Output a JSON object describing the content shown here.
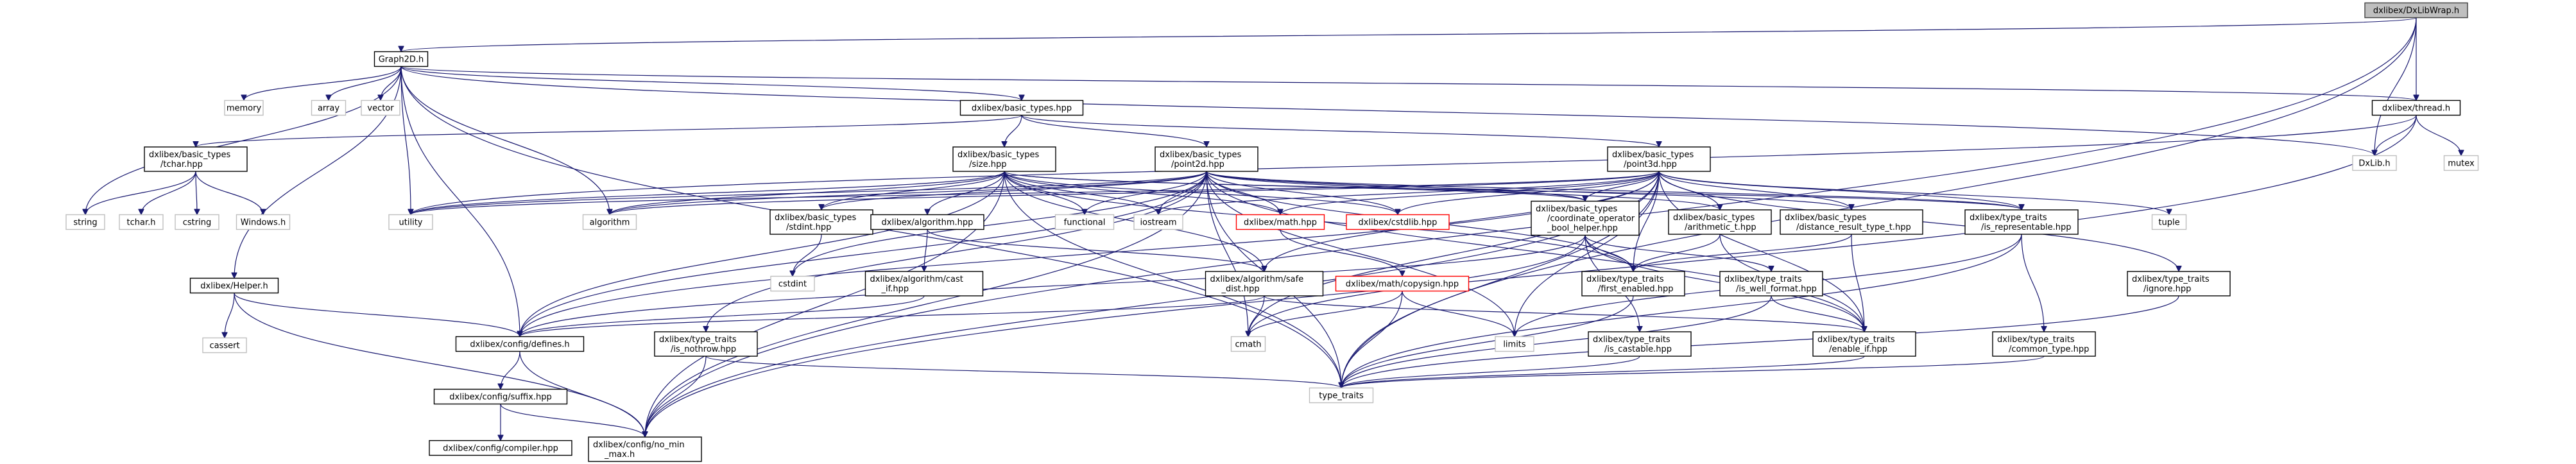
{
  "colors": {
    "edge": "#191970",
    "root_fill": "#bfbfbf",
    "root_stroke": "#404040",
    "doc_stroke": "#000000",
    "missing_stroke": "#bfbfbf",
    "broken_stroke": "#ff0000",
    "text": "#000000",
    "background": "#ffffff"
  },
  "nodes": [
    {
      "id": "root",
      "lines": [
        "dxlibex/DxLibWrap.h"
      ],
      "kind": "root"
    },
    {
      "id": "graph2d",
      "lines": [
        "Graph2D.h"
      ],
      "kind": "doc"
    },
    {
      "id": "thread",
      "lines": [
        "dxlibex/thread.h"
      ],
      "kind": "doc"
    },
    {
      "id": "basic_types",
      "lines": [
        "dxlibex/basic_types.hpp"
      ],
      "kind": "doc"
    },
    {
      "id": "memory",
      "lines": [
        "memory"
      ],
      "kind": "missing"
    },
    {
      "id": "array",
      "lines": [
        "array"
      ],
      "kind": "missing"
    },
    {
      "id": "vector",
      "lines": [
        "vector"
      ],
      "kind": "missing"
    },
    {
      "id": "tchar",
      "lines": [
        "dxlibex/basic_types",
        "/tchar.hpp"
      ],
      "kind": "doc"
    },
    {
      "id": "string",
      "lines": [
        "string"
      ],
      "kind": "missing"
    },
    {
      "id": "tchar_h",
      "lines": [
        "tchar.h"
      ],
      "kind": "missing"
    },
    {
      "id": "cstring",
      "lines": [
        "cstring"
      ],
      "kind": "missing"
    },
    {
      "id": "windows",
      "lines": [
        "Windows.h"
      ],
      "kind": "missing"
    },
    {
      "id": "size",
      "lines": [
        "dxlibex/basic_types",
        "/size.hpp"
      ],
      "kind": "doc"
    },
    {
      "id": "point2d",
      "lines": [
        "dxlibex/basic_types",
        "/point2d.hpp"
      ],
      "kind": "doc"
    },
    {
      "id": "point3d",
      "lines": [
        "dxlibex/basic_types",
        "/point3d.hpp"
      ],
      "kind": "doc"
    },
    {
      "id": "dxlib_h",
      "lines": [
        "DxLib.h"
      ],
      "kind": "missing"
    },
    {
      "id": "mutex",
      "lines": [
        "mutex"
      ],
      "kind": "missing"
    },
    {
      "id": "utility",
      "lines": [
        "utility"
      ],
      "kind": "missing"
    },
    {
      "id": "algorithm",
      "lines": [
        "algorithm"
      ],
      "kind": "missing"
    },
    {
      "id": "stdint",
      "lines": [
        "dxlibex/basic_types",
        "/stdint.hpp"
      ],
      "kind": "doc"
    },
    {
      "id": "algorithm_hpp",
      "lines": [
        "dxlibex/algorithm.hpp"
      ],
      "kind": "doc"
    },
    {
      "id": "functional",
      "lines": [
        "functional"
      ],
      "kind": "missing"
    },
    {
      "id": "iostream",
      "lines": [
        "iostream"
      ],
      "kind": "missing"
    },
    {
      "id": "math",
      "lines": [
        "dxlibex/math.hpp"
      ],
      "kind": "broken"
    },
    {
      "id": "cstdlib",
      "lines": [
        "dxlibex/cstdlib.hpp"
      ],
      "kind": "broken"
    },
    {
      "id": "coord_op",
      "lines": [
        "dxlibex/basic_types",
        "/coordinate_operator",
        "_bool_helper.hpp"
      ],
      "kind": "doc"
    },
    {
      "id": "arith",
      "lines": [
        "dxlibex/basic_types",
        "/arithmetic_t.hpp"
      ],
      "kind": "doc"
    },
    {
      "id": "dist_result",
      "lines": [
        "dxlibex/basic_types",
        "/distance_result_type_t.hpp"
      ],
      "kind": "doc"
    },
    {
      "id": "is_repr",
      "lines": [
        "dxlibex/type_traits",
        "/is_representable.hpp"
      ],
      "kind": "doc"
    },
    {
      "id": "tuple",
      "lines": [
        "tuple"
      ],
      "kind": "missing"
    },
    {
      "id": "helper",
      "lines": [
        "dxlibex/Helper.h"
      ],
      "kind": "doc"
    },
    {
      "id": "cassert",
      "lines": [
        "cassert"
      ],
      "kind": "missing"
    },
    {
      "id": "cstdint",
      "lines": [
        "cstdint"
      ],
      "kind": "missing"
    },
    {
      "id": "alg_cast",
      "lines": [
        "dxlibex/algorithm/cast",
        "_if.hpp"
      ],
      "kind": "doc"
    },
    {
      "id": "alg_safe",
      "lines": [
        "dxlibex/algorithm/safe",
        "_dist.hpp"
      ],
      "kind": "doc"
    },
    {
      "id": "copysign",
      "lines": [
        "dxlibex/math/copysign.hpp"
      ],
      "kind": "broken"
    },
    {
      "id": "first_enabled",
      "lines": [
        "dxlibex/type_traits",
        "/first_enabled.hpp"
      ],
      "kind": "doc"
    },
    {
      "id": "is_well_format",
      "lines": [
        "dxlibex/type_traits",
        "/is_well_format.hpp"
      ],
      "kind": "doc"
    },
    {
      "id": "ignore",
      "lines": [
        "dxlibex/type_traits",
        "/ignore.hpp"
      ],
      "kind": "doc"
    },
    {
      "id": "defines",
      "lines": [
        "dxlibex/config/defines.h"
      ],
      "kind": "doc"
    },
    {
      "id": "is_nothrow",
      "lines": [
        "dxlibex/type_traits",
        "/is_nothrow.hpp"
      ],
      "kind": "doc"
    },
    {
      "id": "cmath",
      "lines": [
        "cmath"
      ],
      "kind": "missing"
    },
    {
      "id": "limits",
      "lines": [
        "limits"
      ],
      "kind": "missing"
    },
    {
      "id": "enable_if",
      "lines": [
        "dxlibex/type_traits",
        "/enable_if.hpp"
      ],
      "kind": "doc"
    },
    {
      "id": "common_type",
      "lines": [
        "dxlibex/type_traits",
        "/common_type.hpp"
      ],
      "kind": "doc"
    },
    {
      "id": "is_castable",
      "lines": [
        "dxlibex/type_traits",
        "/is_castable.hpp"
      ],
      "kind": "doc"
    },
    {
      "id": "suffix",
      "lines": [
        "dxlibex/config/suffix.hpp"
      ],
      "kind": "doc"
    },
    {
      "id": "type_traits",
      "lines": [
        "type_traits"
      ],
      "kind": "missing"
    },
    {
      "id": "compiler",
      "lines": [
        "dxlibex/config/compiler.hpp"
      ],
      "kind": "doc"
    },
    {
      "id": "no_min_max",
      "lines": [
        "dxlibex/config/no_min",
        "_max.h"
      ],
      "kind": "doc"
    }
  ],
  "edges": [
    [
      "root",
      "graph2d"
    ],
    [
      "root",
      "thread"
    ],
    [
      "root",
      "dxlib_h"
    ],
    [
      "root",
      "no_min_max"
    ],
    [
      "root",
      "type_traits"
    ],
    [
      "graph2d",
      "thread"
    ],
    [
      "graph2d",
      "basic_types"
    ],
    [
      "graph2d",
      "memory"
    ],
    [
      "graph2d",
      "array"
    ],
    [
      "graph2d",
      "vector"
    ],
    [
      "graph2d",
      "string"
    ],
    [
      "graph2d",
      "utility"
    ],
    [
      "graph2d",
      "algorithm"
    ],
    [
      "graph2d",
      "defines"
    ],
    [
      "graph2d",
      "helper"
    ],
    [
      "graph2d",
      "type_traits"
    ],
    [
      "graph2d",
      "dxlib_h"
    ],
    [
      "thread",
      "dxlib_h"
    ],
    [
      "thread",
      "mutex"
    ],
    [
      "thread",
      "no_min_max"
    ],
    [
      "thread",
      "utility"
    ],
    [
      "basic_types",
      "tchar"
    ],
    [
      "basic_types",
      "size"
    ],
    [
      "basic_types",
      "point2d"
    ],
    [
      "basic_types",
      "point3d"
    ],
    [
      "tchar",
      "string"
    ],
    [
      "tchar",
      "tchar_h"
    ],
    [
      "tchar",
      "cstring"
    ],
    [
      "tchar",
      "windows"
    ],
    [
      "size",
      "stdint"
    ],
    [
      "size",
      "algorithm_hpp"
    ],
    [
      "size",
      "utility"
    ],
    [
      "size",
      "algorithm"
    ],
    [
      "size",
      "defines"
    ],
    [
      "size",
      "math"
    ],
    [
      "size",
      "cstdlib"
    ],
    [
      "size",
      "first_enabled"
    ],
    [
      "size",
      "coord_op"
    ],
    [
      "size",
      "alg_safe"
    ],
    [
      "size",
      "type_traits"
    ],
    [
      "size",
      "no_min_max"
    ],
    [
      "size",
      "iostream"
    ],
    [
      "size",
      "functional"
    ],
    [
      "size",
      "is_repr"
    ],
    [
      "point2d",
      "stdint"
    ],
    [
      "point2d",
      "functional"
    ],
    [
      "point2d",
      "iostream"
    ],
    [
      "point2d",
      "math"
    ],
    [
      "point2d",
      "cstdlib"
    ],
    [
      "point2d",
      "coord_op"
    ],
    [
      "point2d",
      "arith"
    ],
    [
      "point2d",
      "dist_result"
    ],
    [
      "point2d",
      "is_repr"
    ],
    [
      "point2d",
      "utility"
    ],
    [
      "point2d",
      "algorithm"
    ],
    [
      "point2d",
      "cmath"
    ],
    [
      "point2d",
      "cstdint"
    ],
    [
      "point2d",
      "is_nothrow"
    ],
    [
      "point2d",
      "defines"
    ],
    [
      "point2d",
      "limits"
    ],
    [
      "point2d",
      "enable_if"
    ],
    [
      "point2d",
      "no_min_max"
    ],
    [
      "point2d",
      "first_enabled"
    ],
    [
      "point2d",
      "type_traits"
    ],
    [
      "point3d",
      "coord_op"
    ],
    [
      "point3d",
      "arith"
    ],
    [
      "point3d",
      "dist_result"
    ],
    [
      "point3d",
      "is_repr"
    ],
    [
      "point3d",
      "tuple"
    ],
    [
      "point3d",
      "iostream"
    ],
    [
      "point3d",
      "math"
    ],
    [
      "point3d",
      "cstdlib"
    ],
    [
      "point3d",
      "algorithm"
    ],
    [
      "point3d",
      "utility"
    ],
    [
      "point3d",
      "cmath"
    ],
    [
      "point3d",
      "limits"
    ],
    [
      "point3d",
      "defines"
    ],
    [
      "point3d",
      "enable_if"
    ],
    [
      "point3d",
      "type_traits"
    ],
    [
      "point3d",
      "first_enabled"
    ],
    [
      "point3d",
      "ignore"
    ],
    [
      "point3d",
      "no_min_max"
    ],
    [
      "point3d",
      "alg_safe"
    ],
    [
      "stdint",
      "cstdint"
    ],
    [
      "algorithm_hpp",
      "alg_cast"
    ],
    [
      "algorithm_hpp",
      "alg_safe"
    ],
    [
      "alg_cast",
      "defines"
    ],
    [
      "math",
      "copysign"
    ],
    [
      "alg_safe",
      "defines"
    ],
    [
      "alg_safe",
      "enable_if"
    ],
    [
      "alg_safe",
      "cmath"
    ],
    [
      "copysign",
      "cmath"
    ],
    [
      "copysign",
      "limits"
    ],
    [
      "copysign",
      "type_traits"
    ],
    [
      "coord_op",
      "first_enabled"
    ],
    [
      "coord_op",
      "is_well_format"
    ],
    [
      "coord_op",
      "is_castable"
    ],
    [
      "coord_op",
      "enable_if"
    ],
    [
      "coord_op",
      "defines"
    ],
    [
      "coord_op",
      "cmath"
    ],
    [
      "arith",
      "first_enabled"
    ],
    [
      "arith",
      "enable_if"
    ],
    [
      "dist_result",
      "first_enabled"
    ],
    [
      "dist_result",
      "enable_if"
    ],
    [
      "is_repr",
      "common_type"
    ],
    [
      "is_repr",
      "type_traits"
    ],
    [
      "is_repr",
      "limits"
    ],
    [
      "first_enabled",
      "type_traits"
    ],
    [
      "is_well_format",
      "enable_if"
    ],
    [
      "is_well_format",
      "type_traits"
    ],
    [
      "ignore",
      "type_traits"
    ],
    [
      "helper",
      "cassert"
    ],
    [
      "helper",
      "defines"
    ],
    [
      "helper",
      "no_min_max"
    ],
    [
      "defines",
      "suffix"
    ],
    [
      "defines",
      "no_min_max"
    ],
    [
      "suffix",
      "compiler"
    ],
    [
      "suffix",
      "no_min_max"
    ],
    [
      "is_nothrow",
      "type_traits"
    ],
    [
      "is_nothrow",
      "no_min_max"
    ],
    [
      "enable_if",
      "type_traits"
    ],
    [
      "common_type",
      "type_traits"
    ],
    [
      "is_castable",
      "type_traits"
    ]
  ]
}
